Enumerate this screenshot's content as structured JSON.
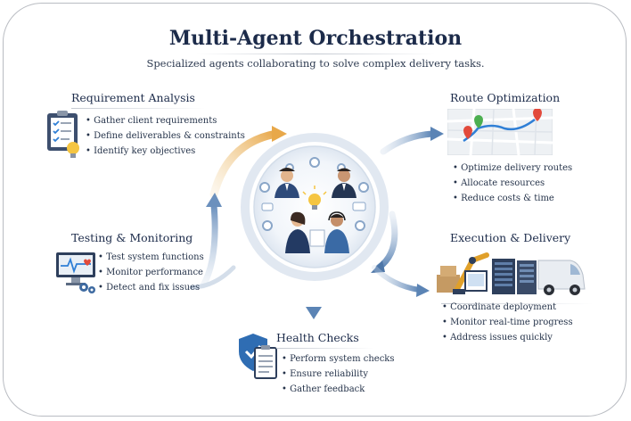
{
  "title": "Multi-Agent Orchestration",
  "subtitle": "Specialized agents collaborating to solve complex delivery tasks.",
  "sections": {
    "requirement": {
      "title": "Requirement Analysis",
      "items": [
        "Gather client requirements",
        "Define deliverables & constraints",
        "Identify key objectives"
      ],
      "icon": "clipboard-checklist-icon"
    },
    "route": {
      "title": "Route Optimization",
      "items": [
        "Optimize delivery routes",
        "Allocate resources",
        "Reduce costs & time"
      ],
      "icon": "route-map-icon"
    },
    "testing": {
      "title": "Testing & Monitoring",
      "items": [
        "Test system functions",
        "Monitor performance",
        "Detect and fix issues"
      ],
      "icon": "monitor-heartbeat-icon"
    },
    "execution": {
      "title": "Execution & Delivery",
      "items": [
        "Coordinate deployment",
        "Monitor real-time progress",
        "Address issues quickly"
      ],
      "icon": "warehouse-delivery-icon"
    },
    "health": {
      "title": "Health Checks",
      "items": [
        "Perform system checks",
        "Ensure reliability",
        "Gather feedback"
      ],
      "icon": "shield-check-icon"
    }
  },
  "colors": {
    "accent_orange": "#e8a84a",
    "accent_blue": "#5b84b5",
    "navy": "#1c2b4a"
  }
}
